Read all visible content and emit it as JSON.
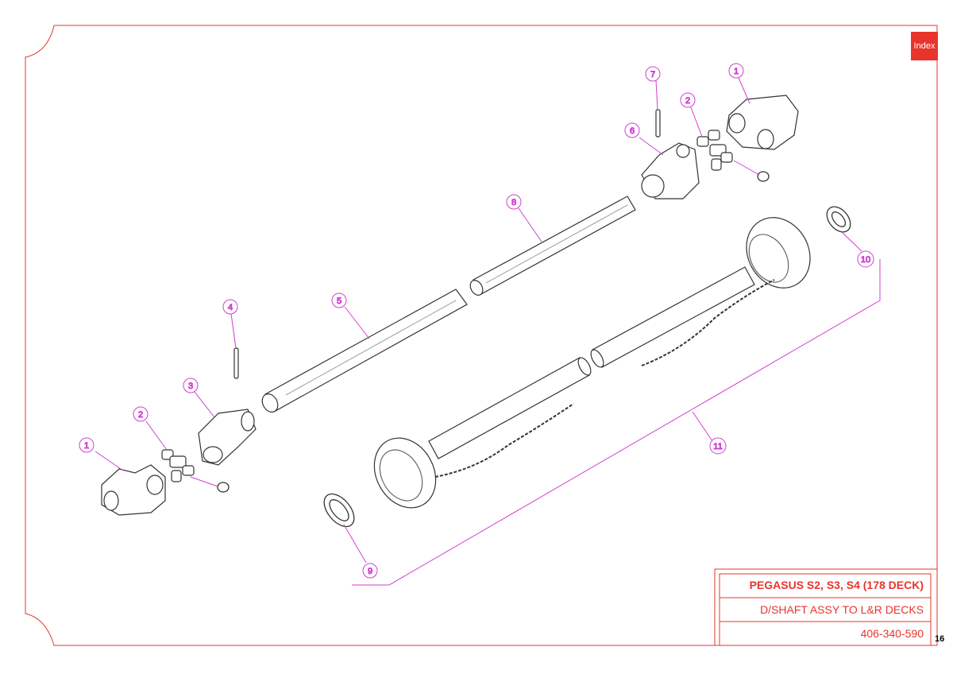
{
  "index_label": "Index",
  "title_block": {
    "model": "PEGASUS S2, S3, S4 (178 DECK)",
    "description": "D/SHAFT ASSY TO L&R DECKS",
    "part_number": "406-340-590"
  },
  "page_number": "16",
  "callouts": [
    "1",
    "2",
    "3",
    "4",
    "5",
    "6",
    "7",
    "8",
    "9",
    "10",
    "11",
    "1",
    "2"
  ],
  "colors": {
    "frame": "#e8342c",
    "callout": "#d040d0",
    "accent": "#e8342c"
  }
}
